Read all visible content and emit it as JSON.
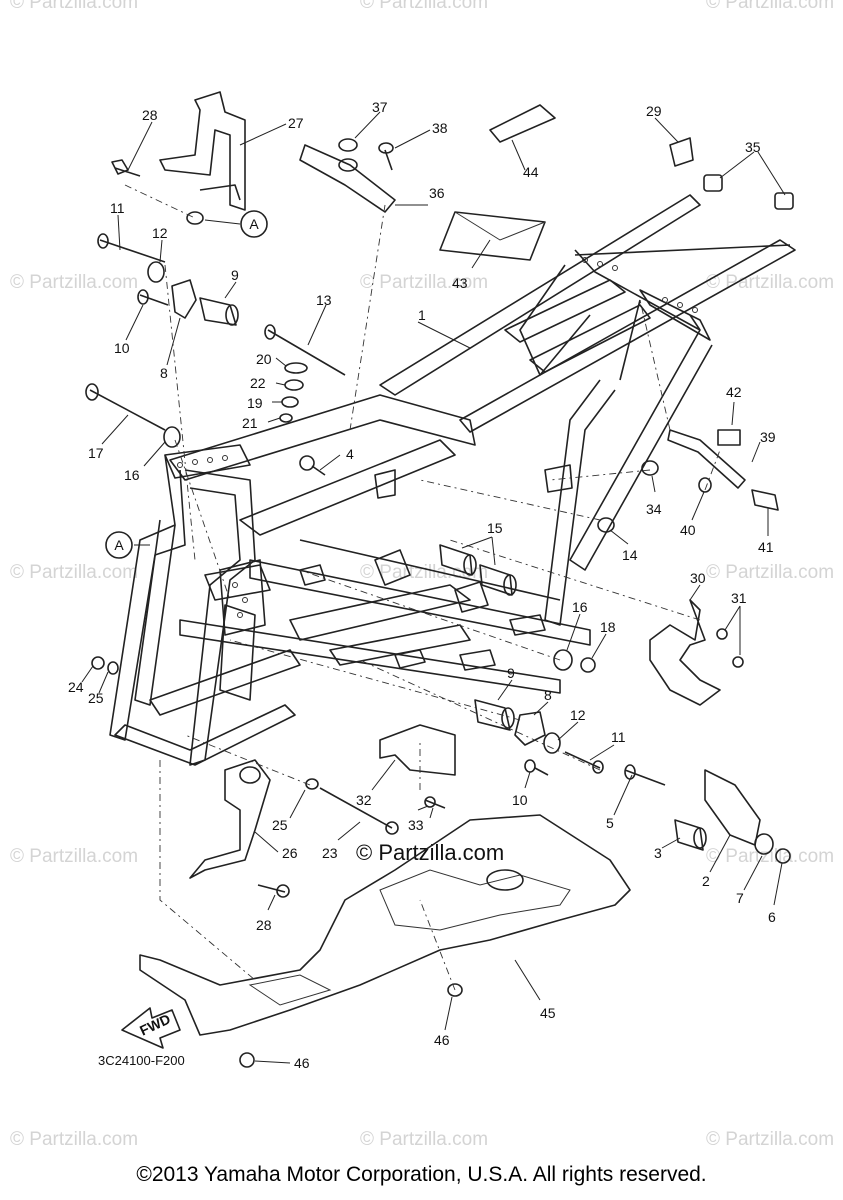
{
  "callouts": [
    "1",
    "2",
    "3",
    "4",
    "5",
    "6",
    "7",
    "8",
    "8",
    "9",
    "9",
    "10",
    "10",
    "11",
    "11",
    "12",
    "12",
    "13",
    "14",
    "15",
    "16",
    "16",
    "17",
    "18",
    "19",
    "20",
    "21",
    "22",
    "23",
    "24",
    "25",
    "25",
    "26",
    "27",
    "28",
    "28",
    "29",
    "30",
    "31",
    "32",
    "33",
    "34",
    "35",
    "36",
    "37",
    "38",
    "39",
    "40",
    "41",
    "42",
    "43",
    "44",
    "45",
    "46",
    "46"
  ],
  "ref_marks": [
    "A",
    "A"
  ],
  "fwd_label": "FWD",
  "diagram_code": "3C24100-F200",
  "watermark": "© Partzilla.com",
  "copyright": "©2013 Yamaha Motor Corporation, U.S.A. All rights reserved.",
  "colors": {
    "line": "#222222",
    "watermark": "#d4d4d4",
    "background": "#ffffff"
  }
}
